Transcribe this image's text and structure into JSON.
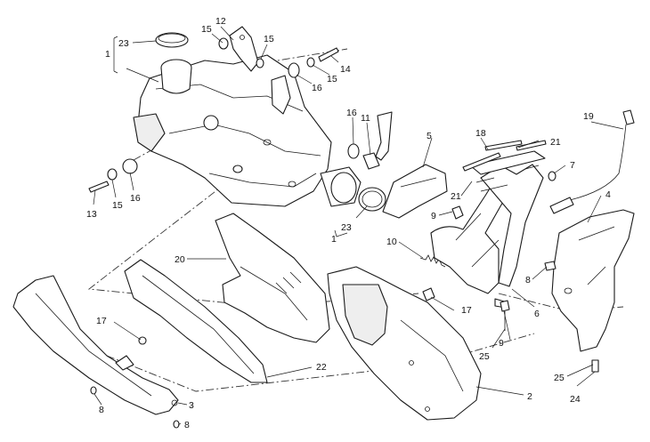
{
  "callouts": {
    "c1a": "1",
    "c1b": "1",
    "c2": "2",
    "c3": "3",
    "c4": "4",
    "c5": "5",
    "c6": "6",
    "c7": "7",
    "c8a": "8",
    "c8b": "8",
    "c8c": "8",
    "c9a": "9",
    "c9b": "9",
    "c10": "10",
    "c11": "11",
    "c12": "12",
    "c13": "13",
    "c14": "14",
    "c15a": "15",
    "c15b": "15",
    "c15c": "15",
    "c15d": "15",
    "c16a": "16",
    "c16b": "16",
    "c16c": "16",
    "c17a": "17",
    "c17b": "17",
    "c18": "18",
    "c19": "19",
    "c20": "20",
    "c21a": "21",
    "c21b": "21",
    "c22": "22",
    "c23a": "23",
    "c23b": "23",
    "c24": "24",
    "c25a": "25",
    "c25b": "25"
  }
}
